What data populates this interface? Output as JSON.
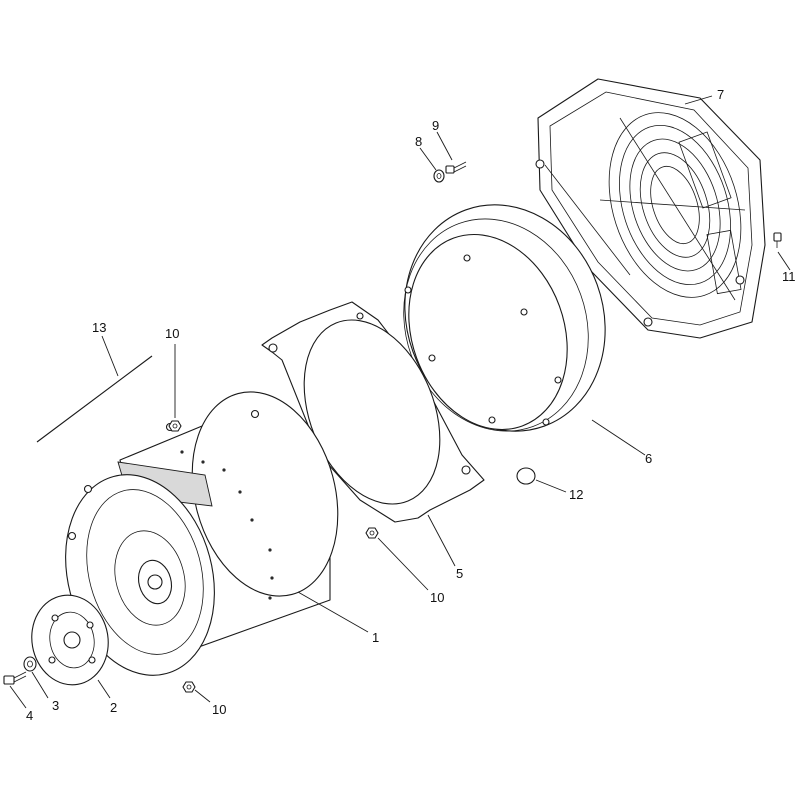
{
  "callouts": {
    "c1": "1",
    "c2": "2",
    "c3": "3",
    "c4": "4",
    "c5": "5",
    "c6": "6",
    "c7": "7",
    "c8": "8",
    "c9": "9",
    "c10a": "10",
    "c10b": "10",
    "c10c": "10",
    "c11": "11",
    "c12": "12",
    "c13": "13"
  }
}
